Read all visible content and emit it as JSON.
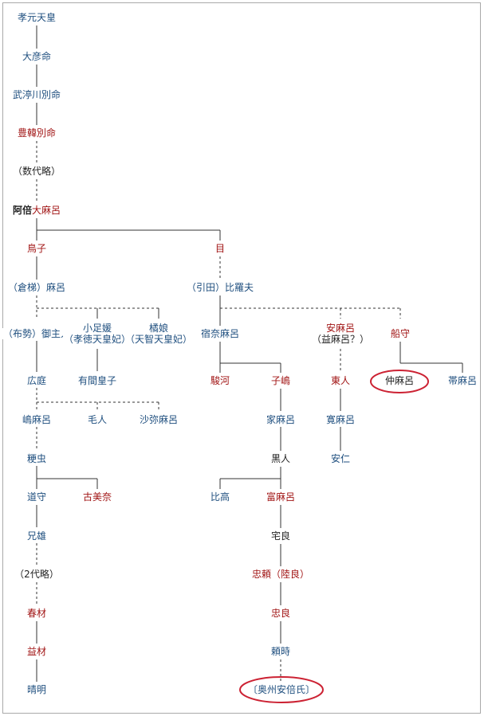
{
  "colors": {
    "blue": "#1f4f7f",
    "red": "#a11414",
    "black": "#222222",
    "line": "#333333",
    "highlight": "#cc2233"
  },
  "nodes": {
    "koken": "孝元天皇",
    "ohiko": "大彦命",
    "takenunakawa": "武渟川別命",
    "toyokara": "豊韓別命",
    "omit1": "（数代略）",
    "abe_prefix": "阿倍",
    "abe_name": "大麻呂",
    "torimi": "鳥子",
    "me": "目",
    "kurahashi": "（倉梯）麻呂",
    "hiketa": "（引田）比羅夫",
    "mishuhito": "（布勢）御主人",
    "otarashi1": "小足媛",
    "otarashi2": "（孝徳天皇妃）",
    "tachibana1": "橘娘",
    "tachibana2": "（天智天皇妃）",
    "sukuna": "宿奈麻呂",
    "yasumaro1": "安麻呂",
    "yasumaro2": "（益麻呂？）",
    "funamori": "船守",
    "hironiwa": "広庭",
    "arima": "有間皇子",
    "suruga": "駿河",
    "koshima": "子嶋",
    "azumahito": "東人",
    "nakamaro": "仲麻呂",
    "obimaro": "帯麻呂",
    "shimamaro": "嶋麻呂",
    "keto": "毛人",
    "samimaro": "沙弥麻呂",
    "iemaro": "家麻呂",
    "hiromaro": "寛麻呂",
    "aomushi": "粳虫",
    "kurohito": "黒人",
    "yasuhito": "安仁",
    "michimori": "道守",
    "komina": "古美奈",
    "hitaka": "比高",
    "tomimaro": "富麻呂",
    "eo": "兄雄",
    "yakaryo": "宅良",
    "omit2": "（2代略）",
    "tadayori": "忠頼（陸良）",
    "harukizai": "春材",
    "tadayoshi": "忠良",
    "masuki": "益材",
    "yoritoki": "頼時",
    "seimei": "晴明",
    "oshu": "〔奥州安倍氏〕"
  }
}
